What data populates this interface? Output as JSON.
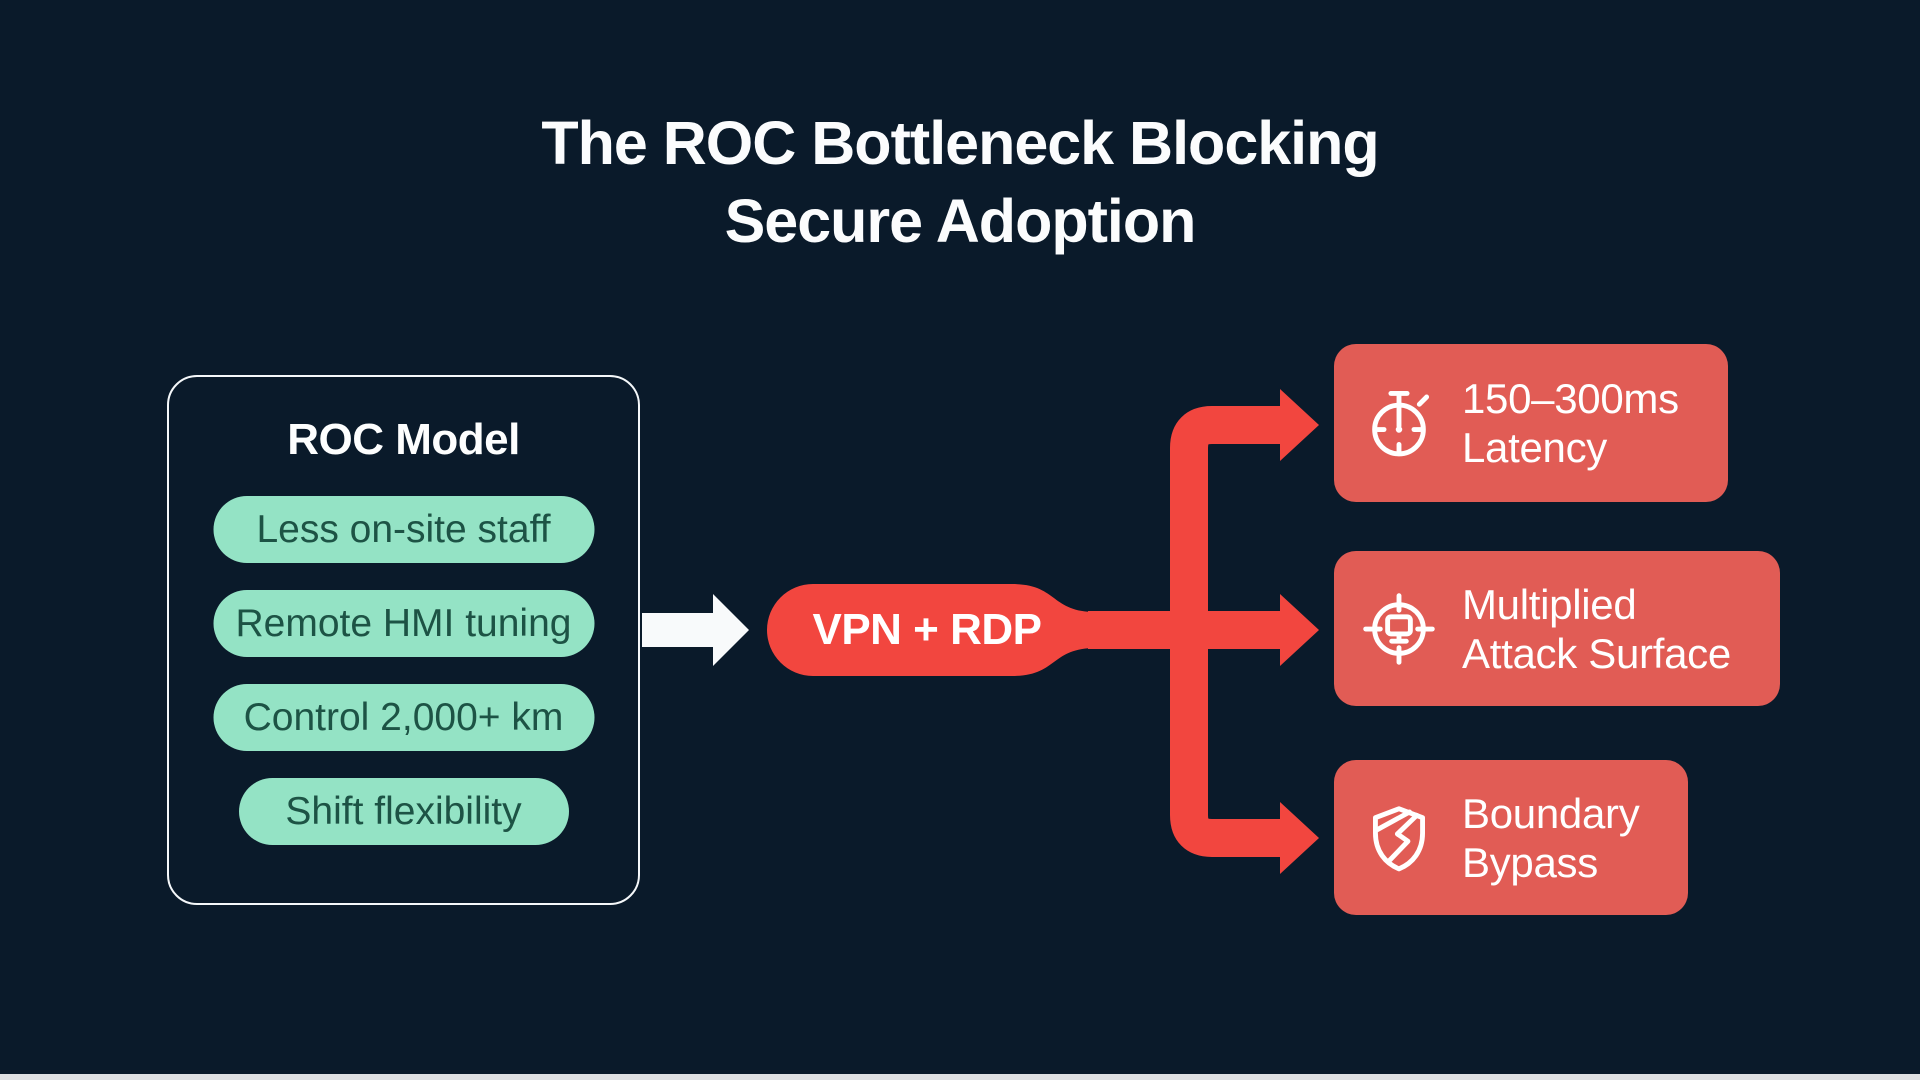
{
  "colors": {
    "background": "#0A1A2A",
    "accent_red": "#F2463F",
    "outcome_box_red": "#E15C55",
    "mint_pill": "#94E3C5",
    "mint_pill_text": "#1D5345",
    "text_white": "#FFFFFF"
  },
  "title": {
    "line1": "The ROC Bottleneck Blocking",
    "line2": "Secure Adoption"
  },
  "roc_box": {
    "header": "ROC Model",
    "pills": [
      "Less on-site staff",
      "Remote HMI tuning",
      "Control 2,000+ km",
      "Shift flexibility"
    ]
  },
  "center_node": {
    "label": "VPN + RDP"
  },
  "outcomes": [
    {
      "icon": "stopwatch-icon",
      "line1": "150–300ms",
      "line2": "Latency"
    },
    {
      "icon": "crosshair-target-icon",
      "line1": "Multiplied",
      "line2": "Attack Surface"
    },
    {
      "icon": "broken-shield-icon",
      "line1": "Boundary",
      "line2": "Bypass"
    }
  ]
}
